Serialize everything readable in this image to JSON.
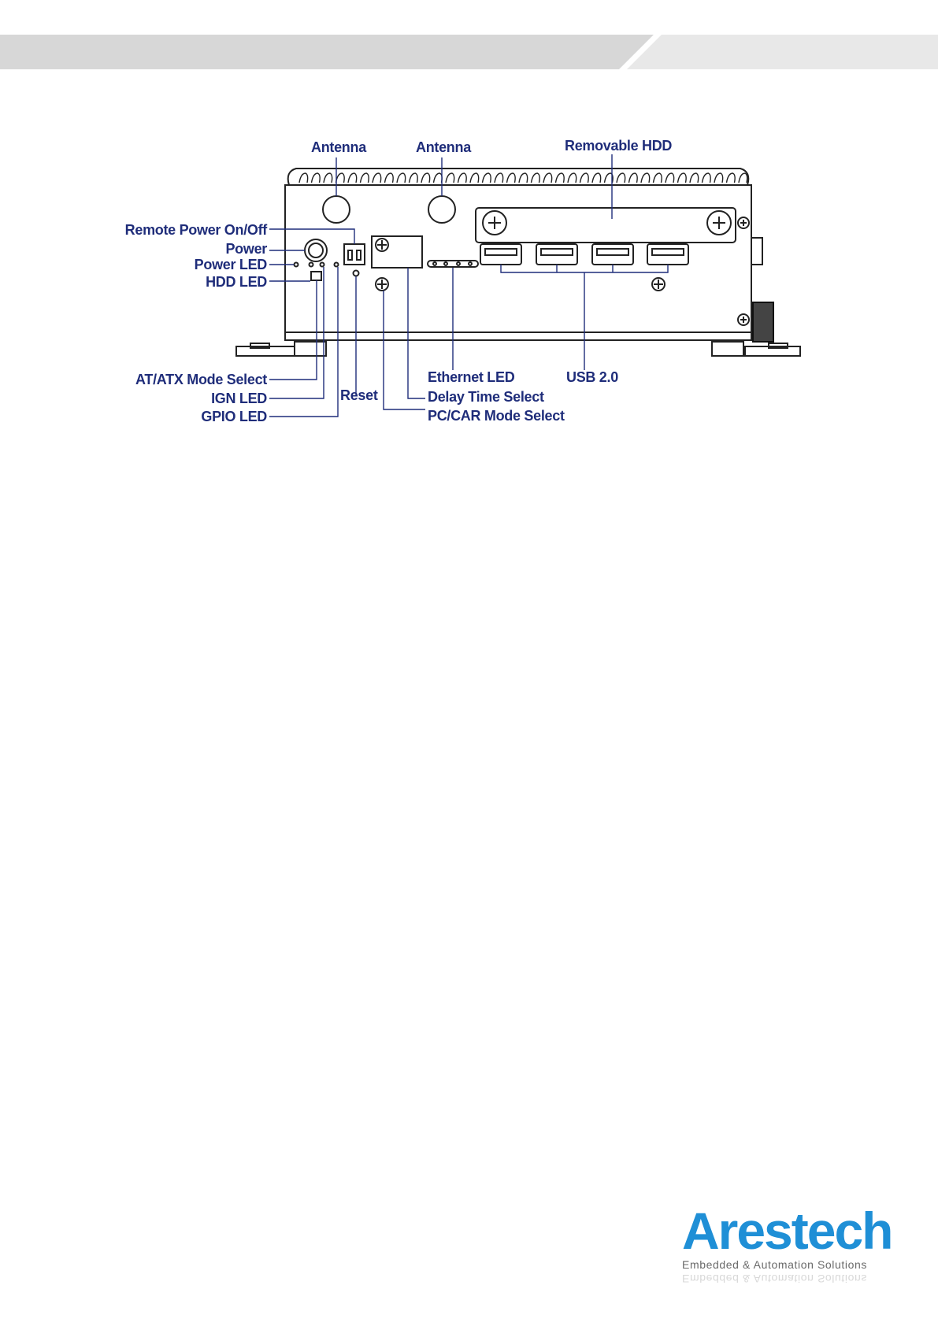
{
  "diagram": {
    "labels": {
      "antenna_left": "Antenna",
      "antenna_right": "Antenna",
      "removable_hdd": "Removable HDD",
      "remote_power": "Remote Power On/Off",
      "power": "Power",
      "power_led": "Power LED",
      "hdd_led": "HDD LED",
      "at_atx": "AT/ATX Mode Select",
      "ign_led": "IGN LED",
      "gpio_led": "GPIO LED",
      "reset": "Reset",
      "ethernet_led": "Ethernet  LED",
      "delay_time": "Delay Time Select",
      "pc_car": "PC/CAR Mode Select",
      "usb": "USB 2.0"
    },
    "line_color": "#1f2d7a"
  },
  "logo": {
    "name": "Arestech",
    "tagline": "Embedded & Automation Solutions",
    "color": "#1f8fd6"
  }
}
